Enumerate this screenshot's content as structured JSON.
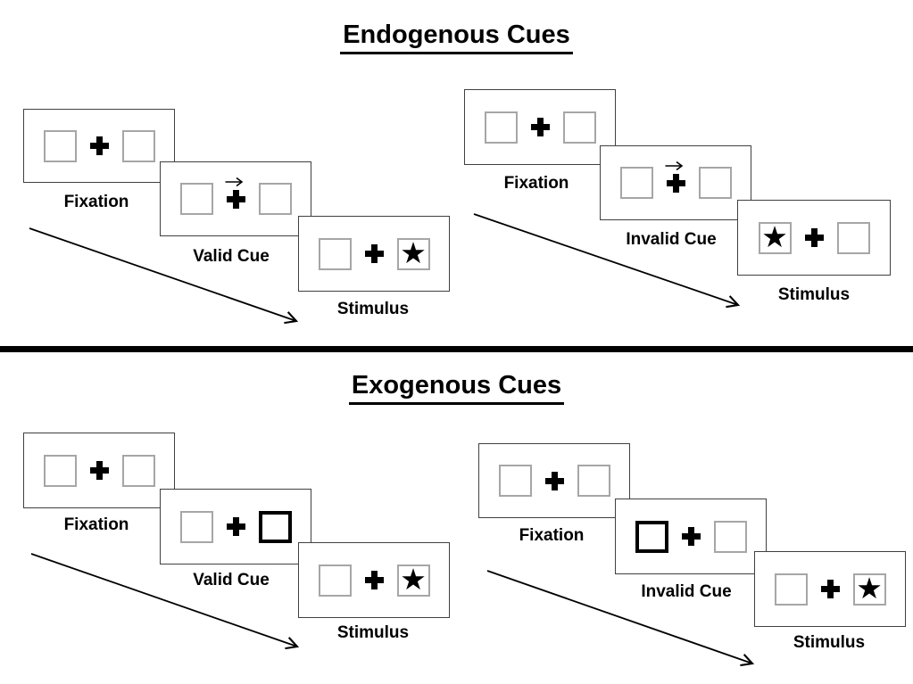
{
  "colors": {
    "background": "#ffffff",
    "ink": "#000000",
    "panel_border": "#404040",
    "placeholder_box_border": "#a6a6a6",
    "exogenous_cue_box_border": "#000000",
    "divider": "#000000"
  },
  "icons": {
    "fixation_cross": "heavy-plus",
    "target_star": "★",
    "endogenous_cue_arrow": "small-right-arrow-above-fixation",
    "sequence_arrow": "diagonal-down-right-open-arrow"
  },
  "sections": [
    {
      "id": "endogenous",
      "title": "Endogenous Cues",
      "sequences": [
        {
          "id": "valid",
          "steps": [
            {
              "label": "Fixation",
              "left_box": "empty",
              "right_box": "empty",
              "cue": "none"
            },
            {
              "label": "Valid Cue",
              "left_box": "empty",
              "right_box": "empty",
              "cue": "central-arrow-pointing-right"
            },
            {
              "label": "Stimulus",
              "left_box": "empty",
              "right_box": "star",
              "cue": "none"
            }
          ]
        },
        {
          "id": "invalid",
          "steps": [
            {
              "label": "Fixation",
              "left_box": "empty",
              "right_box": "empty",
              "cue": "none"
            },
            {
              "label": "Invalid Cue",
              "left_box": "empty",
              "right_box": "empty",
              "cue": "central-arrow-pointing-right"
            },
            {
              "label": "Stimulus",
              "left_box": "star",
              "right_box": "empty",
              "cue": "none"
            }
          ]
        }
      ]
    },
    {
      "id": "exogenous",
      "title": "Exogenous Cues",
      "sequences": [
        {
          "id": "valid",
          "steps": [
            {
              "label": "Fixation",
              "left_box": "empty",
              "right_box": "empty",
              "cue": "none"
            },
            {
              "label": "Valid Cue",
              "left_box": "empty",
              "right_box": "bold-outline",
              "cue": "right-box-bold-outline"
            },
            {
              "label": "Stimulus",
              "left_box": "empty",
              "right_box": "star",
              "cue": "none"
            }
          ]
        },
        {
          "id": "invalid",
          "steps": [
            {
              "label": "Fixation",
              "left_box": "empty",
              "right_box": "empty",
              "cue": "none"
            },
            {
              "label": "Invalid Cue",
              "left_box": "bold-outline",
              "right_box": "empty",
              "cue": "left-box-bold-outline"
            },
            {
              "label": "Stimulus",
              "left_box": "empty",
              "right_box": "star",
              "cue": "none"
            }
          ]
        }
      ]
    }
  ]
}
